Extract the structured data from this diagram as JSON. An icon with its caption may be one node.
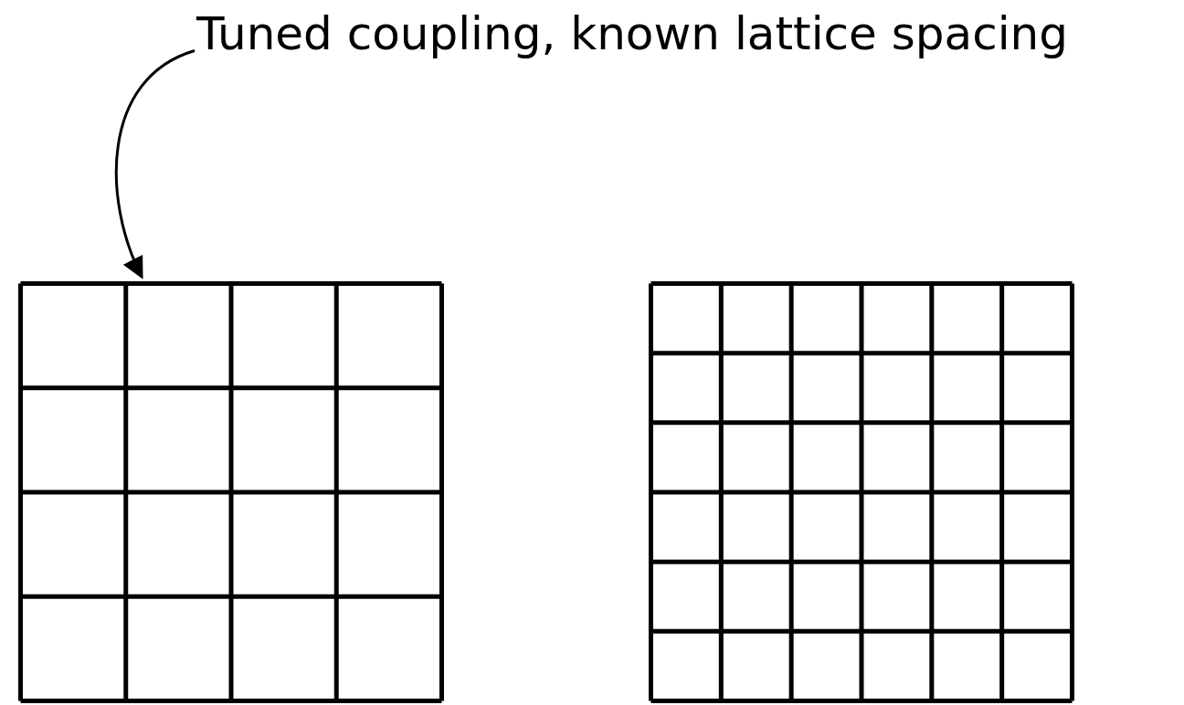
{
  "diagram": {
    "nodes": [
      {
        "text": [
          "Tuned coupling, known lattice spacing"
        ]
      },
      {
        "text": [],
        "shape": "grid"
      },
      {
        "text": [],
        "shape": "grid"
      }
    ],
    "edges": [
      {
        "from": 0,
        "to": 1,
        "arrow": "to"
      }
    ]
  }
}
